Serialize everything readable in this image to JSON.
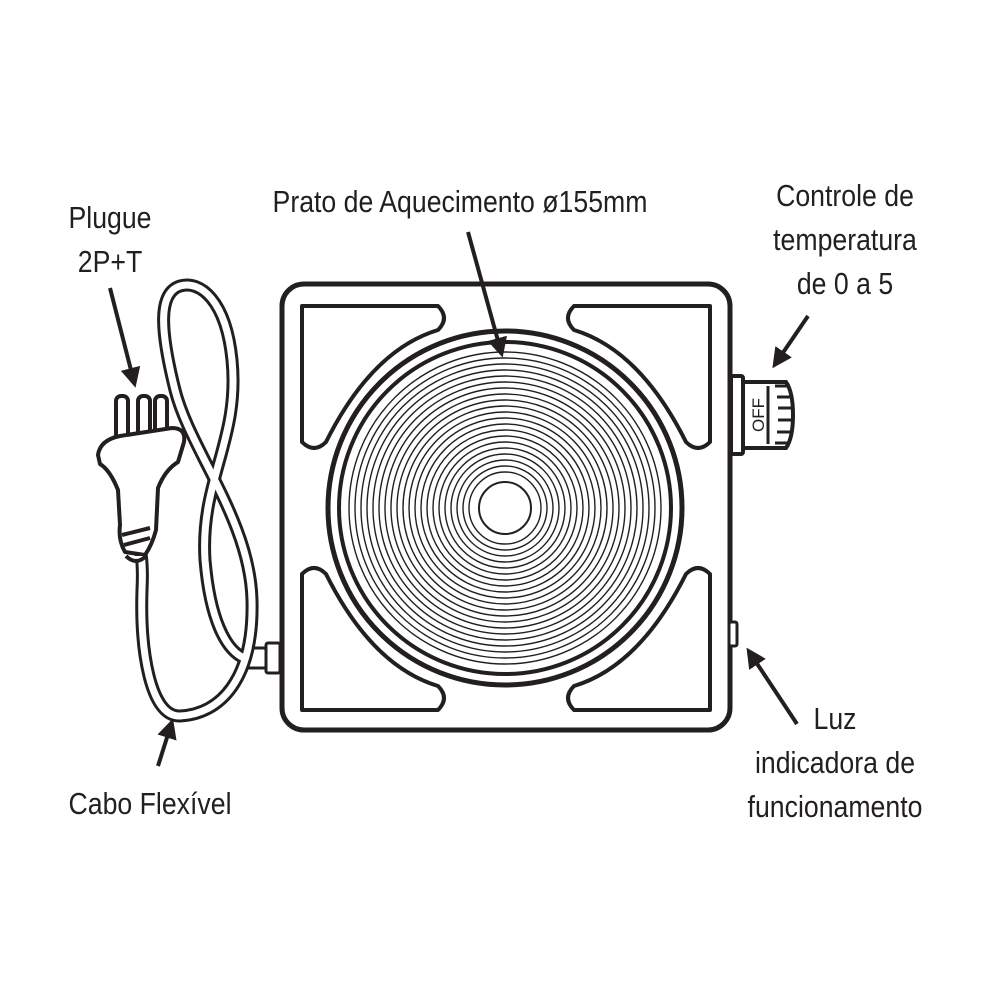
{
  "labels": {
    "plug": [
      "Plugue",
      "2P+T"
    ],
    "plate": [
      "Prato de Aquecimento ø155mm"
    ],
    "control": [
      "Controle de",
      "temperatura",
      "de 0 a 5"
    ],
    "light": [
      "Luz",
      "indicadora de",
      "funcionamento"
    ],
    "cable": [
      "Cabo Flexível"
    ]
  },
  "knob_text": "OFF",
  "colors": {
    "line": "#231f20",
    "background": "#ffffff"
  }
}
